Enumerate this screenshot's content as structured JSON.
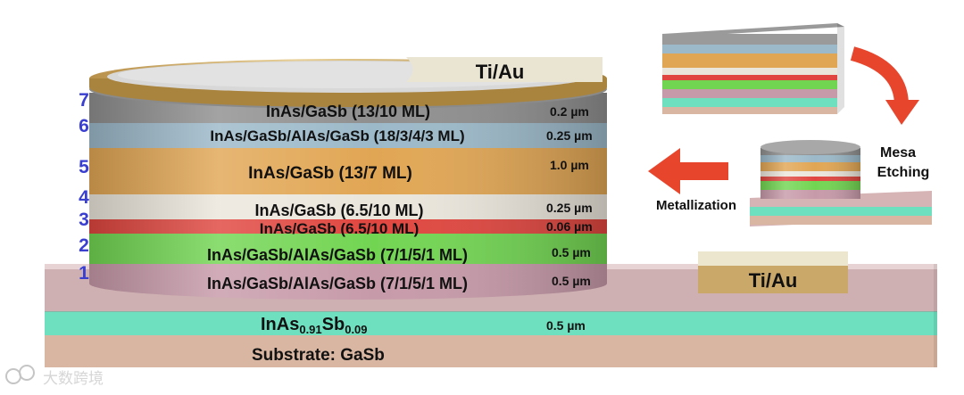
{
  "colors": {
    "substrate": "#d9b6a2",
    "inassb": "#6fe0bf",
    "base_top": "#c9a8a8",
    "layer1": "#c79aa9",
    "layer2": "#72d552",
    "layer3": "#e0463f",
    "layer4": "#ebe6dc",
    "layer5": "#e1a654",
    "layer6": "#9cb9c9",
    "layer7": "#8f8f8f",
    "contact": "#c9a86a",
    "arrow": "#e8452d",
    "layer_number": "#3a3fd0"
  },
  "top_contact": {
    "label": "Ti/Au"
  },
  "side_contact": {
    "label": "Ti/Au"
  },
  "layers": [
    {
      "num": "7",
      "label": "InAs/GaSb (13/10 ML)",
      "thickness": "0.2 µm"
    },
    {
      "num": "6",
      "label": "InAs/GaSb/AlAs/GaSb (18/3/4/3 ML)",
      "thickness": "0.25 µm"
    },
    {
      "num": "5",
      "label": "InAs/GaSb (13/7 ML)",
      "thickness": "1.0 µm"
    },
    {
      "num": "4",
      "label": "InAs/GaSb (6.5/10 ML)",
      "thickness": "0.25 µm"
    },
    {
      "num": "3",
      "label": "InAs/GaSb (6.5/10 ML)",
      "thickness": "0.06 µm"
    },
    {
      "num": "2",
      "label": "InAs/GaSb/AlAs/GaSb (7/1/5/1 ML)",
      "thickness": "0.5 µm"
    },
    {
      "num": "1",
      "label": "InAs/GaSb/AlAs/GaSb (7/1/5/1 ML)",
      "thickness": "0.5 µm"
    }
  ],
  "buffer": {
    "main": "InAs",
    "sub1": "0.91",
    "mid": "Sb",
    "sub2": "0.09",
    "thickness": "0.5 µm"
  },
  "substrate": {
    "label": "Substrate: GaSb"
  },
  "process": {
    "mesa_etching_1": "Mesa",
    "mesa_etching_2": "Etching",
    "metallization": "Metallization"
  },
  "watermark": {
    "text": "大数跨境"
  }
}
